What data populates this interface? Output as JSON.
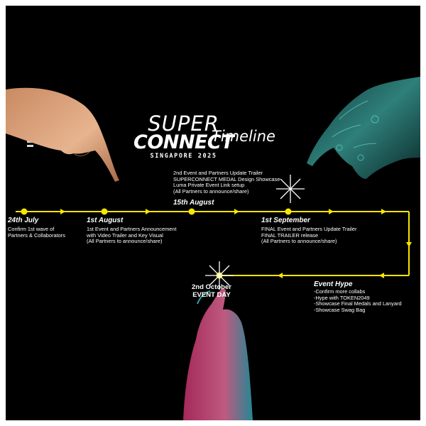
{
  "logo": {
    "line1": "SUPER",
    "line2": "CONNECT",
    "line3": "SINGAPORE 2025"
  },
  "title": "Timeline",
  "colors": {
    "background": "#000000",
    "line": "#f7e600",
    "text": "#ffffff",
    "accent_pink": "#d9407a",
    "accent_cyan": "#3ec7c0"
  },
  "milestones": [
    {
      "label": "24th July",
      "items": [
        "Confirm 1st wave of",
        "Partners & Collaborators"
      ]
    },
    {
      "label": "1st August",
      "items": [
        "1st Event and Partners Announcement",
        "with Video Trailer and Key Visual",
        "(All Partners to announce/share)"
      ]
    },
    {
      "label": "15th August",
      "items": [
        "2nd Event and Partners Update Trailer",
        "SUPERCONNECT MEDAL Design Showcase",
        "Luma Private Event Link setup",
        "(All Partners to announce/share)"
      ]
    },
    {
      "label": "1st September",
      "items": [
        "FINAL Event and Partners Update Trailer",
        "FINAL TRAILER release",
        "(All Partners to announce/share)"
      ]
    },
    {
      "label": "Event Hype",
      "items": [
        "-Confirm more collabs",
        "-Hype with TOKEN2049",
        "-Showcase Final Medals and Lanyard",
        "-Showcase Swag Bag"
      ]
    }
  ],
  "event_day": {
    "date": "2nd October",
    "label": "EVENT DAY"
  },
  "icons": [
    "pointing-hand-icon",
    "robot-hand-icon",
    "reaching-hand-icon",
    "sparkle-icon",
    "arrow-icon"
  ]
}
